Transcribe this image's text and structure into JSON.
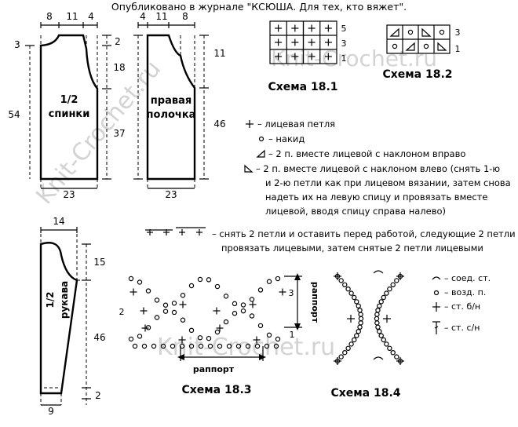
{
  "header": "Опубликовано в журнале \"КСЮША. Для тех, кто вяжет\".",
  "watermark": "Knit-Crochet.ru",
  "back": {
    "label_1": "1/2",
    "label_2": "спинки",
    "dims": {
      "top_a": "8",
      "top_b": "11",
      "top_c": "4",
      "left_3": "3",
      "right_2": "2",
      "right_18": "18",
      "right_37": "37",
      "left_54": "54",
      "bottom": "23"
    }
  },
  "front": {
    "label_1": "правая",
    "label_2": "полочка",
    "dims": {
      "top_a": "4",
      "top_b": "11",
      "top_c": "8",
      "right_11": "11",
      "right_46": "46",
      "bottom": "23"
    }
  },
  "sleeve": {
    "label_1": "1/2",
    "label_2": "рукава",
    "dims": {
      "top": "14",
      "right_15": "15",
      "right_46": "46",
      "right_2": "2",
      "bottom": "9"
    }
  },
  "schema_181": {
    "title": "Схема 18.1",
    "rows": [
      "5",
      "3",
      "1"
    ]
  },
  "schema_182": {
    "title": "Схема 18.2",
    "rows": [
      "3",
      "1"
    ]
  },
  "schema_183": {
    "title": "Схема 18.3",
    "rows": [
      "3",
      "2",
      "1"
    ],
    "rapport_h": "раппорт",
    "rapport_v": "раппорт"
  },
  "schema_184": {
    "title": "Схема 18.4"
  },
  "legend_main": [
    "– лицевая петля",
    "– накид",
    "– 2 п. вместе лицевой с наклоном вправо",
    "– 2 п. вместе лицевой с наклоном влево (снять 1-ю",
    "и 2-ю петли как при лицевом вязании, затем снова",
    "надеть их на левую спицу и провязать вместе",
    "лицевой, вводя спицу справа налево)"
  ],
  "legend_cross": [
    "– снять 2 петли и оставить перед работой, следующие 2 петли",
    "провязать лицевыми, затем снятые 2 петли лицевыми"
  ],
  "legend_crochet": [
    "– соед. ст.",
    "– возд. п.",
    "– ст. б/н",
    "– ст. с/н"
  ]
}
